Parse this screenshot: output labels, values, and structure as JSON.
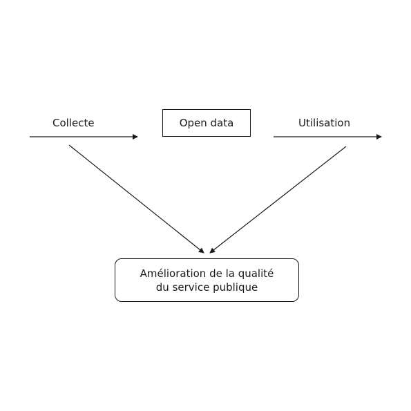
{
  "diagram": {
    "left_label": "Collecte",
    "center_box": "Open data",
    "right_label": "Utilisation",
    "result_box": {
      "line1": "Amélioration de la qualité",
      "line2": "du service publique"
    }
  },
  "colors": {
    "stroke": "#1a1a1a",
    "background": "#ffffff"
  }
}
